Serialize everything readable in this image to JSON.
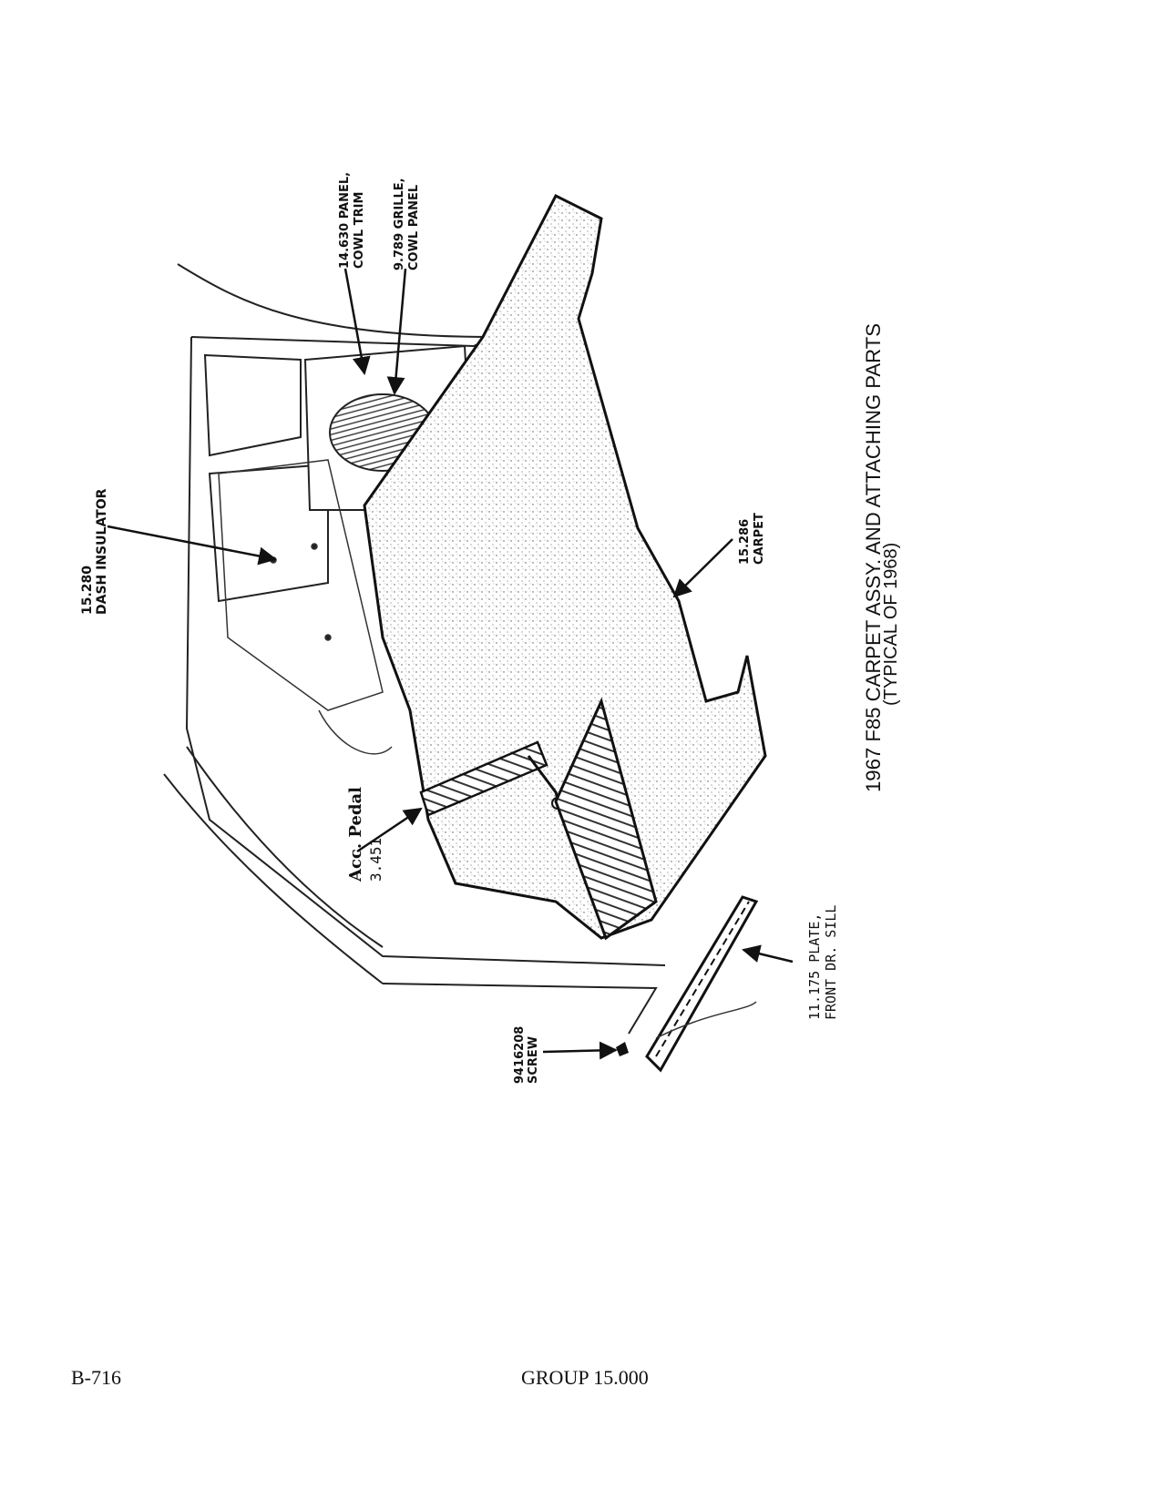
{
  "labels": {
    "dash_insulator": {
      "number": "15.280",
      "name": "DASH INSULATOR"
    },
    "panel_cowl_trim": {
      "line1": "14.630 PANEL,",
      "line2": "COWL TRIM"
    },
    "grille_cowl_panel": {
      "line1": "9.789 GRILLE,",
      "line2": "COWL PANEL"
    },
    "carpet": {
      "number": "15.286",
      "name": "CARPET"
    },
    "acc_pedal": {
      "line1": "Acc. Pedal",
      "line2": "3.451"
    },
    "sill_plate": {
      "line1": "11.175 PLATE,",
      "line2": "FRONT DR. SILL"
    },
    "screw": {
      "number": "9416208",
      "name": "SCREW"
    }
  },
  "title": {
    "line1": "1967 F85 CARPET ASSY. AND ATTACHING PARTS",
    "line2": "(TYPICAL OF 1968)"
  },
  "footer": {
    "page_id": "B-716",
    "group": "GROUP 15.000"
  }
}
